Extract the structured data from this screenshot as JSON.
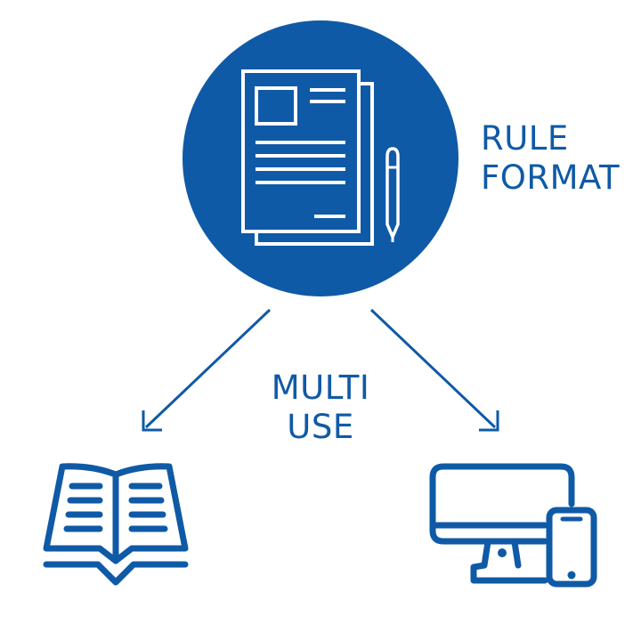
{
  "colors": {
    "primary": "#0f5aa6",
    "background": "#ffffff",
    "icon_on_primary": "#ffffff"
  },
  "center_node": {
    "icon": "document-with-pen-icon",
    "label_line1": "RULE",
    "label_line2": "FORMAT"
  },
  "connector": {
    "label_line1": "MULTI",
    "label_line2": "USE"
  },
  "outputs": [
    {
      "icon": "open-book-icon"
    },
    {
      "icon": "desktop-and-phone-icon"
    }
  ]
}
